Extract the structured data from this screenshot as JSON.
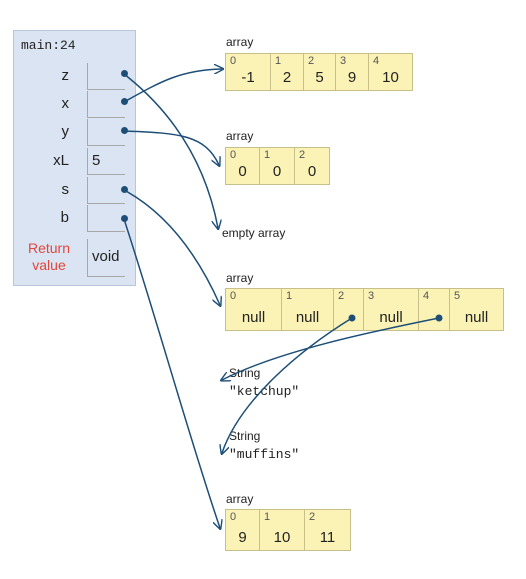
{
  "frame": {
    "title": "main:24",
    "vars": [
      {
        "name": "z",
        "value": ""
      },
      {
        "name": "x",
        "value": ""
      },
      {
        "name": "y",
        "value": ""
      },
      {
        "name": "xL",
        "value": "5"
      },
      {
        "name": "s",
        "value": ""
      },
      {
        "name": "b",
        "value": ""
      }
    ],
    "return_label_1": "Return",
    "return_label_2": "value",
    "return_value": "void"
  },
  "heap": {
    "array_x": {
      "label": "array",
      "indices": [
        "0",
        "1",
        "2",
        "3",
        "4"
      ],
      "values": [
        "-1",
        "2",
        "5",
        "9",
        "10"
      ]
    },
    "array_y": {
      "label": "array",
      "indices": [
        "0",
        "1",
        "2"
      ],
      "values": [
        "0",
        "0",
        "0"
      ]
    },
    "empty": {
      "label": "empty array"
    },
    "array_s": {
      "label": "array",
      "indices": [
        "0",
        "1",
        "2",
        "3",
        "4",
        "5"
      ],
      "values": [
        "null",
        "null",
        "",
        "null",
        "",
        "null"
      ]
    },
    "string_1": {
      "label": "String",
      "value": "\"ketchup\""
    },
    "string_2": {
      "label": "String",
      "value": "\"muffins\""
    },
    "array_b": {
      "label": "array",
      "indices": [
        "0",
        "1",
        "2"
      ],
      "values": [
        "9",
        "10",
        "11"
      ]
    }
  },
  "colors": {
    "arrow": "#1d4e77",
    "cell_bg": "#fbf3b5",
    "frame_bg": "#dbe4f2",
    "return_label": "#e0473d"
  }
}
